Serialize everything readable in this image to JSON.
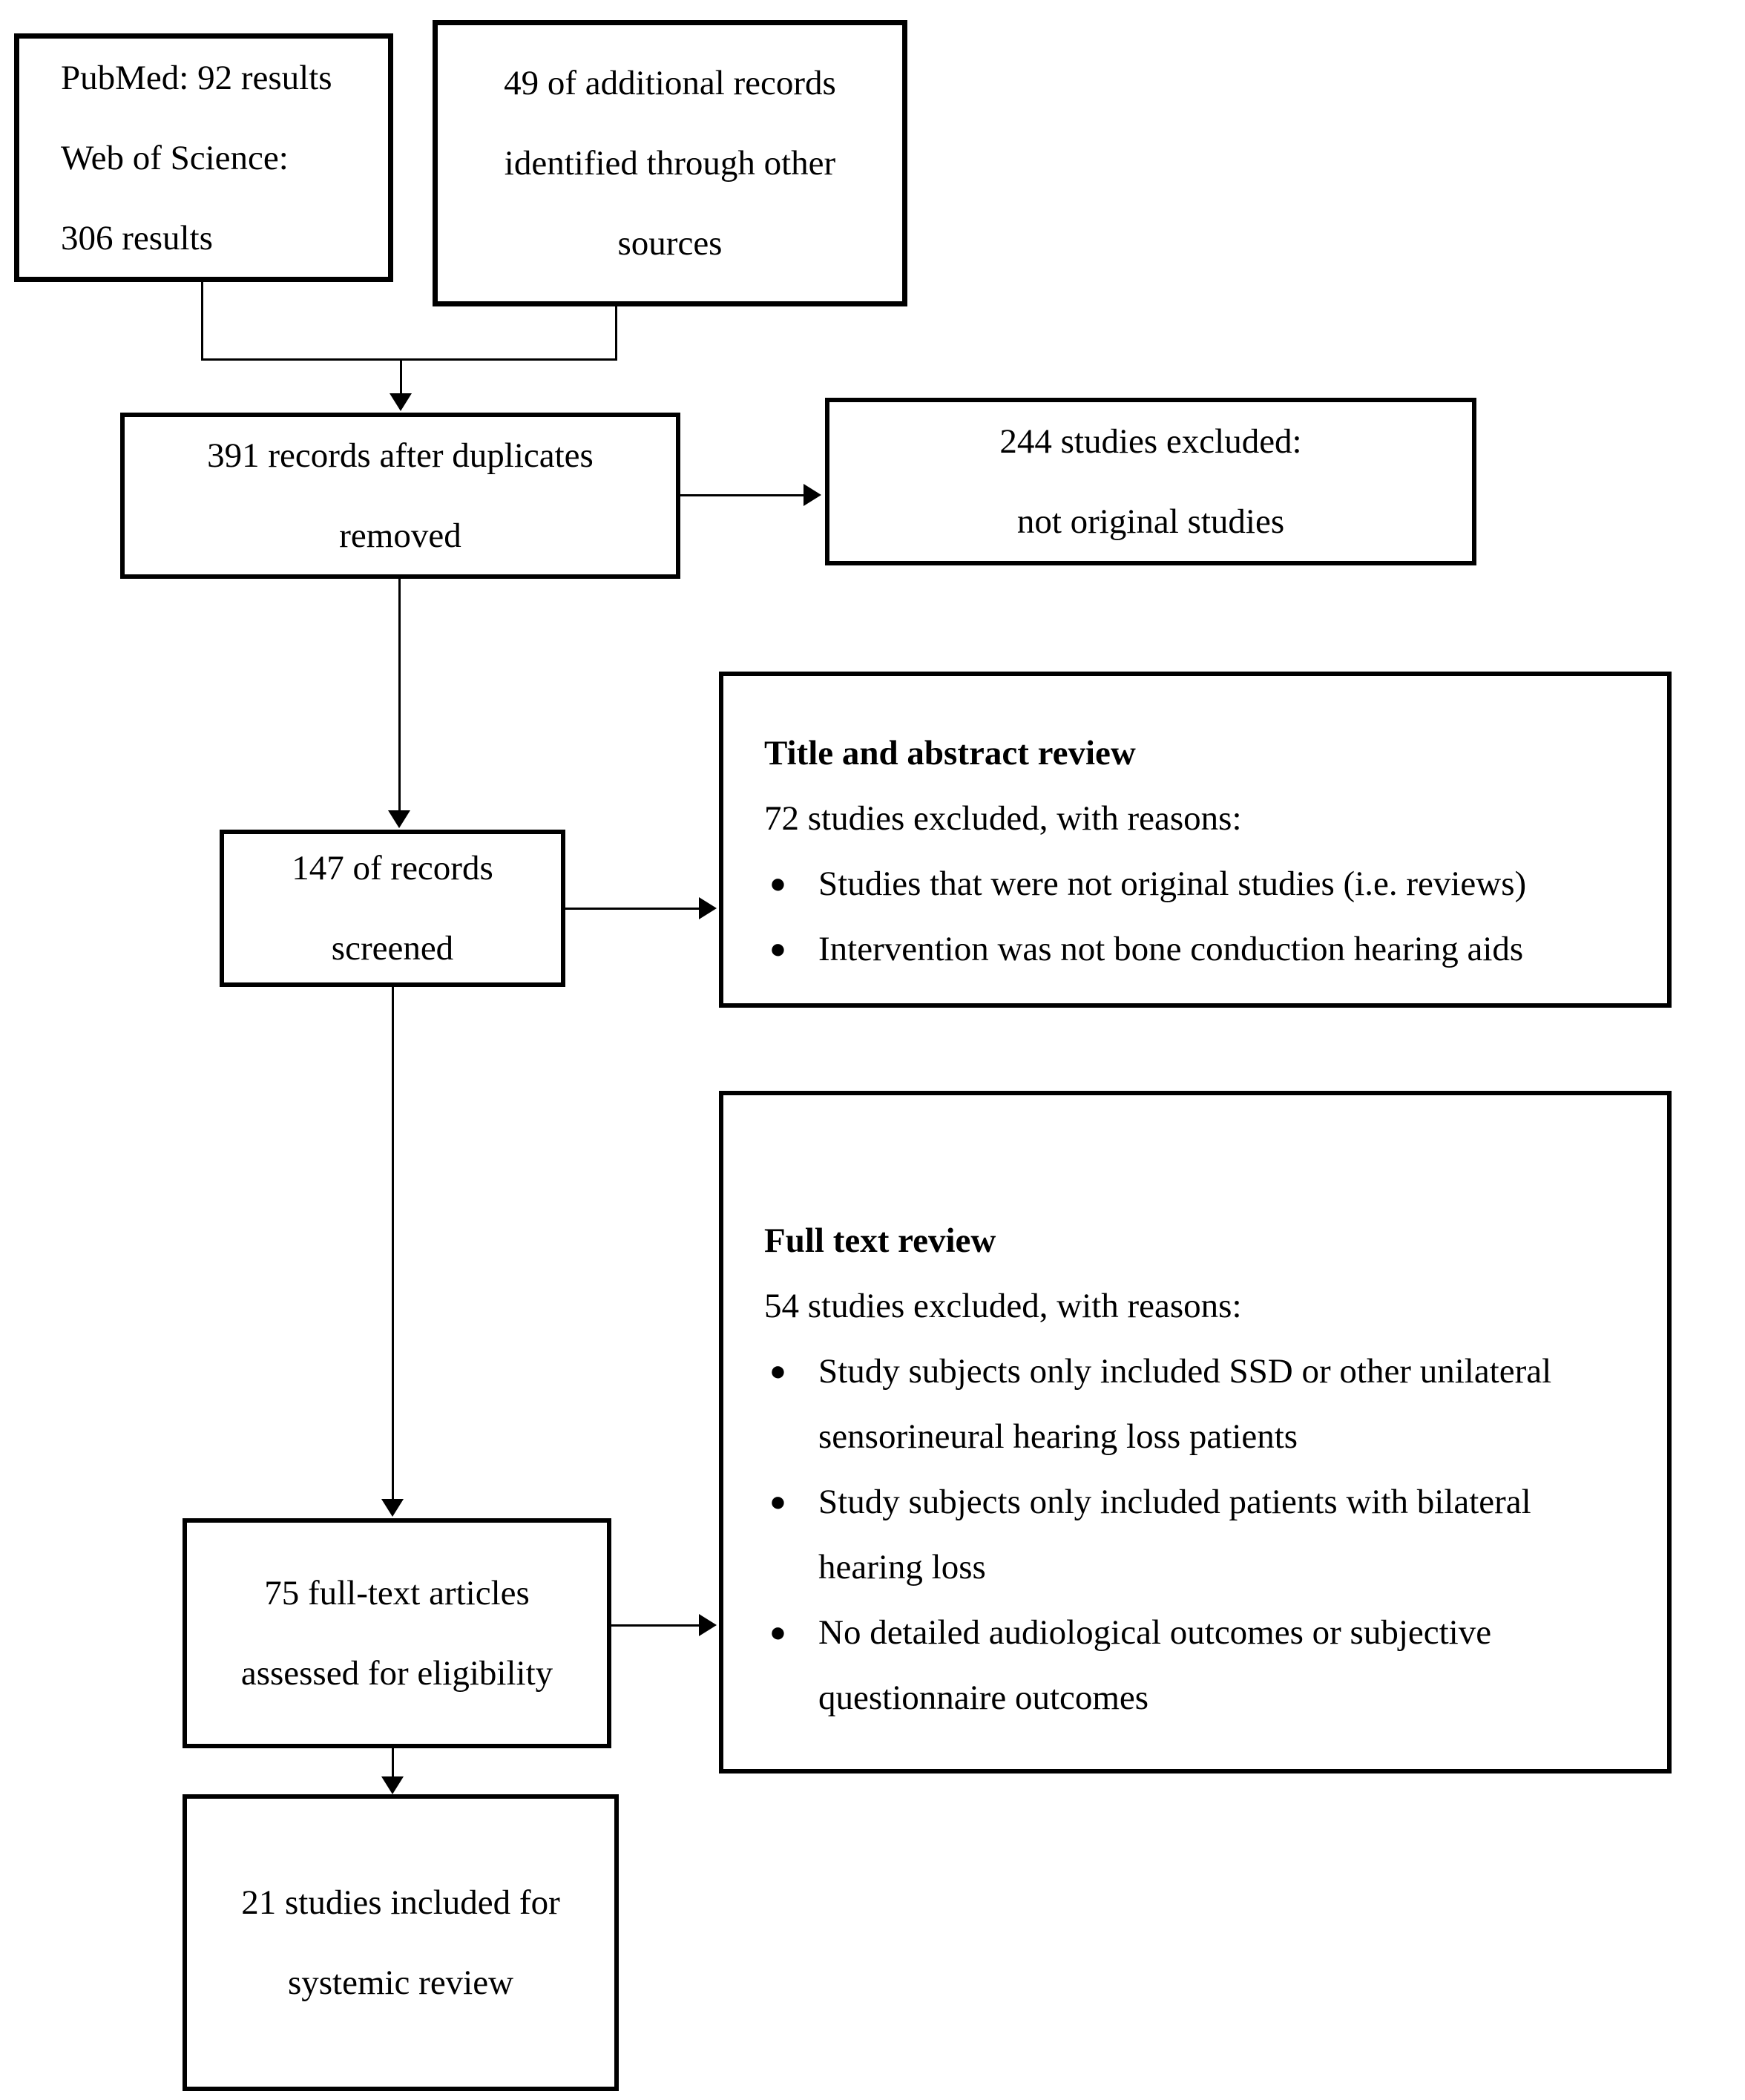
{
  "diagram": {
    "kind": "prisma-flowchart",
    "colors": {
      "line": "#000000",
      "background": "#ffffff",
      "text": "#000000"
    },
    "bullet_glyph": "●",
    "boxes": {
      "sources": {
        "lines": [
          "PubMed: 92 results",
          "Web of Science:",
          "306 results"
        ]
      },
      "additional": {
        "lines": [
          "49 of additional records",
          "identified through other",
          "sources"
        ]
      },
      "deduped": {
        "lines": [
          "391 records after duplicates",
          "removed"
        ]
      },
      "excluded_not_original": {
        "lines": [
          "244 studies excluded:",
          "not original studies"
        ]
      },
      "screened": {
        "lines": [
          "147 of records",
          "screened"
        ]
      },
      "title_abstract_review": {
        "heading": "Title and abstract review",
        "intro": "72 studies excluded, with reasons:",
        "bullets": [
          "Studies that were not original studies (i.e. reviews)",
          "Intervention was not bone conduction hearing aids"
        ]
      },
      "fulltext_assessed": {
        "lines": [
          "75 full-text articles",
          "assessed for eligibility"
        ]
      },
      "full_text_review": {
        "heading": "Full text review",
        "intro": "54 studies excluded, with reasons:",
        "bullets": [
          "Study subjects only included SSD or other unilateral sensorineural hearing loss patients",
          "Study subjects only included patients with bilateral hearing loss",
          "No detailed audiological outcomes or subjective questionnaire outcomes"
        ]
      },
      "included": {
        "lines": [
          "21 studies included for",
          "systemic review"
        ]
      }
    }
  }
}
